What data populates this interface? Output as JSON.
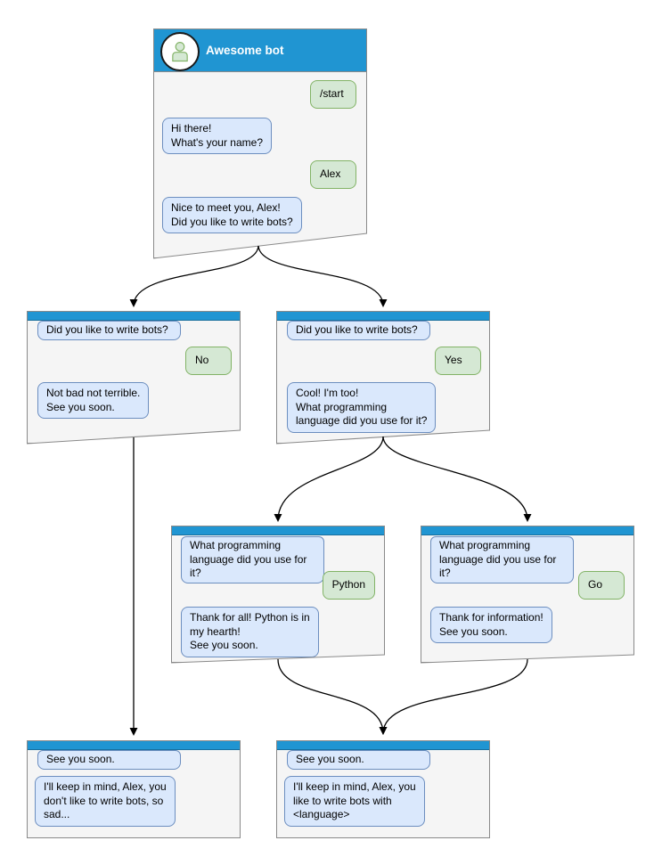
{
  "palette": {
    "header_blue": "#2095d2",
    "window_bg": "#f5f5f5",
    "window_border": "#8a8a8a",
    "bot_bubble_bg": "#dae8fc",
    "bot_bubble_border": "#6c8ebf",
    "user_bubble_bg": "#d5e8d4",
    "user_bubble_border": "#82b366",
    "arrow_color": "#000000",
    "text_color": "#000000",
    "title_color": "#ffffff"
  },
  "icons": {
    "avatar": "person-icon"
  },
  "chats": {
    "root": {
      "title": "Awesome bot",
      "start_command": "/start",
      "greeting": "Hi there!\nWhat's your name?",
      "user_name": "Alex",
      "question": "Nice to meet you, Alex!\nDid you like to write bots?"
    },
    "no": {
      "context": "Did you like to write bots?",
      "answer": "No",
      "reply": "Not bad not terrible.\nSee you soon."
    },
    "yes": {
      "context": "Did you like to write bots?",
      "answer": "Yes",
      "reply": "Cool! I'm too!\nWhat programming\nlanguage did you use for it?"
    },
    "python": {
      "context": "What programming\nlanguage did you use for it?",
      "answer": "Python",
      "reply": "Thank for all! Python is in\nmy hearth!\nSee you soon."
    },
    "go": {
      "context": "What programming\nlanguage did you use for it?",
      "answer": "Go",
      "reply": "Thank for information!\nSee you soon."
    },
    "end_no": {
      "context": "See you soon.",
      "reply": "I'll keep in mind, Alex, you\ndon't like to write bots, so\nsad..."
    },
    "end_yes": {
      "context": "See you soon.",
      "reply": "I'll keep in mind, Alex, you\nlike to write bots with\n<language>"
    }
  }
}
